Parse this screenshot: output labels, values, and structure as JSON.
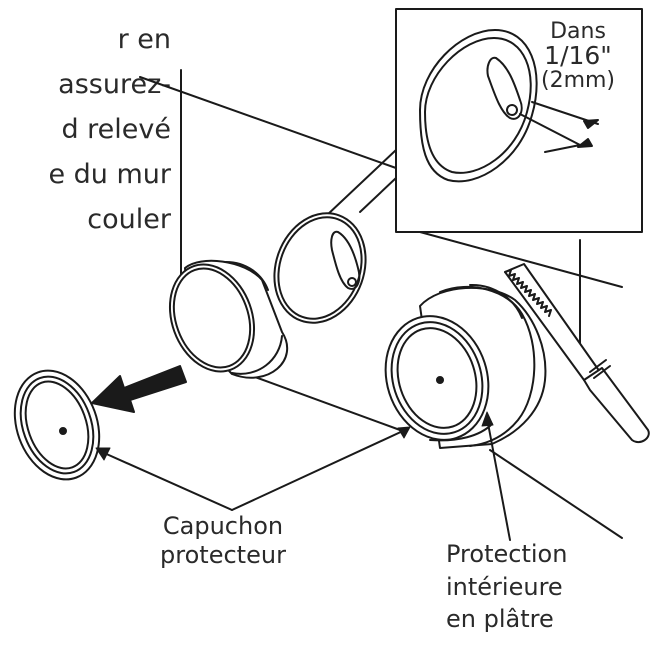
{
  "instructions": {
    "lines": [
      "r en",
      "assurez-",
      "d relevé",
      "e du mur",
      "couler"
    ]
  },
  "inset": {
    "label_top": "Dans",
    "label_measure": "1/16\"",
    "label_metric": "(2mm)"
  },
  "labels": {
    "cap_line1": "Capuchon",
    "cap_line2": "protecteur",
    "prot_line1": "Protection",
    "prot_line2": "intérieure",
    "prot_line3": "en plâtre"
  },
  "colors": {
    "line": "#1a1a1a",
    "background": "#ffffff",
    "text": "#2a2a2a"
  }
}
